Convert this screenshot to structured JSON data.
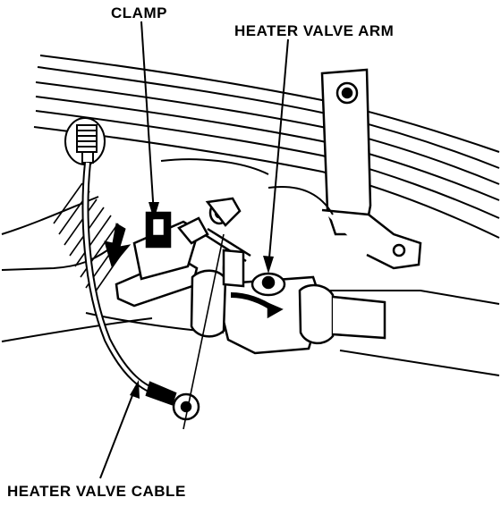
{
  "labels": {
    "clamp": "CLAMP",
    "heater_valve_arm": "HEATER VALVE ARM",
    "heater_valve_cable": "HEATER VALVE CABLE"
  },
  "colors": {
    "ink": "#000000",
    "paper": "#ffffff"
  }
}
